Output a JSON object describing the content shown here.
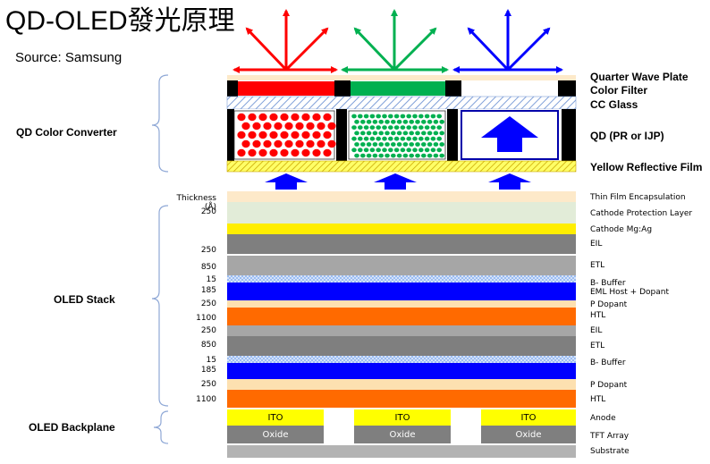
{
  "title": "QD-OLED發光原理",
  "source": "Source: Samsung",
  "converter": {
    "group_label": "QD Color Converter",
    "labels": {
      "qwp": "Quarter Wave Plate",
      "cf": "Color Filter",
      "ccg": "CC Glass",
      "qd": "QD (PR or IJP)",
      "yrf": "Yellow Reflective Film"
    }
  },
  "stack": {
    "group_label": "OLED Stack",
    "thickness_header": "Thickness (Å)",
    "layers": [
      {
        "thickness": "",
        "name": "Thin Film Encapsulation",
        "color": "#fde9c9"
      },
      {
        "thickness": "250",
        "name": "Cathode Protection Layer",
        "color": "#e2ecd8"
      },
      {
        "thickness": "",
        "name": "Cathode Mg:Ag",
        "color": "#ffee00"
      },
      {
        "thickness": "250",
        "name": "EIL",
        "color": "#7f7f7f"
      },
      {
        "thickness": "850",
        "name": "ETL",
        "color": "#a6a6a6"
      },
      {
        "thickness": "15",
        "name": "B- Buffer",
        "color": "#8db3f0"
      },
      {
        "thickness": "185",
        "name": "EML Host + Dopant",
        "color": "#0000ff"
      },
      {
        "thickness": "250",
        "name": "P Dopant",
        "color": "#fde0b0"
      },
      {
        "thickness": "1100",
        "name": "HTL",
        "color": "#ff6a00"
      },
      {
        "thickness": "250",
        "name": "EIL",
        "color": "#a6a6a6"
      },
      {
        "thickness": "850",
        "name": "ETL",
        "color": "#7f7f7f"
      },
      {
        "thickness": "15",
        "name": "B- Buffer",
        "color": "#8db3f0"
      },
      {
        "thickness": "185",
        "name": "",
        "color": "#0000ff"
      },
      {
        "thickness": "250",
        "name": "P Dopant",
        "color": "#fde0b0"
      },
      {
        "thickness": "1100",
        "name": "HTL",
        "color": "#ff6a00"
      }
    ]
  },
  "backplane": {
    "group_label": "OLED Backplane",
    "anode": {
      "cell": "ITO",
      "label": "Anode"
    },
    "tft": {
      "cell": "Oxide",
      "label": "TFT Array"
    },
    "substrate": "Substrate"
  },
  "colors": {
    "red": "#ff0000",
    "green": "#00b050",
    "blue": "#0000ff",
    "black": "#000000"
  }
}
